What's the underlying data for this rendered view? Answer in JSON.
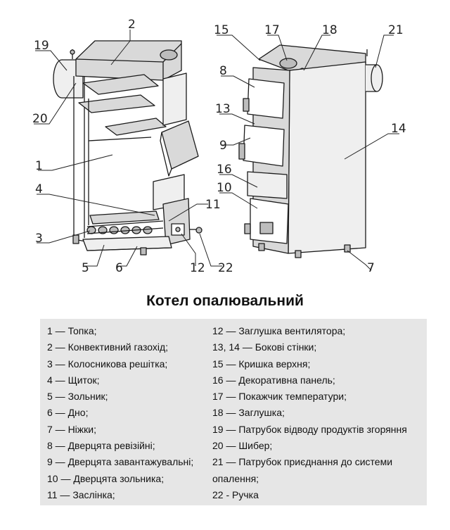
{
  "title": "Котел опалювальний",
  "callouts": [
    "1",
    "2",
    "3",
    "4",
    "5",
    "6",
    "7",
    "8",
    "9",
    "10",
    "11",
    "12",
    "13",
    "14",
    "15",
    "16",
    "17",
    "18",
    "19",
    "20",
    "21",
    "22"
  ],
  "legend_left": [
    "1 — Топка;",
    "2 — Конвективний газохід;",
    "3 — Колосникова решітка;",
    "4 — Щиток;",
    "5 — Зольник;",
    "6 — Дно;",
    "7 — Ніжки;",
    "8 — Дверцята ревізійні;",
    "9 — Дверцята завантажувальні;",
    "10 — Дверцята зольника;",
    "11 — Заслінка;"
  ],
  "legend_right": [
    "12 — Заглушка вентилятора;",
    "13, 14 — Бокові стінки;",
    "15 — Кришка верхня;",
    "16 — Декоративна панель;",
    "17 — Покажчик температури;",
    "18 — Заглушка;",
    "19 —  Патрубок відводу продуктів згоряння",
    "20 — Шибер;",
    "21 —  Патрубок приєднання до системи",
    "опалення;",
    "22 - Ручка"
  ]
}
